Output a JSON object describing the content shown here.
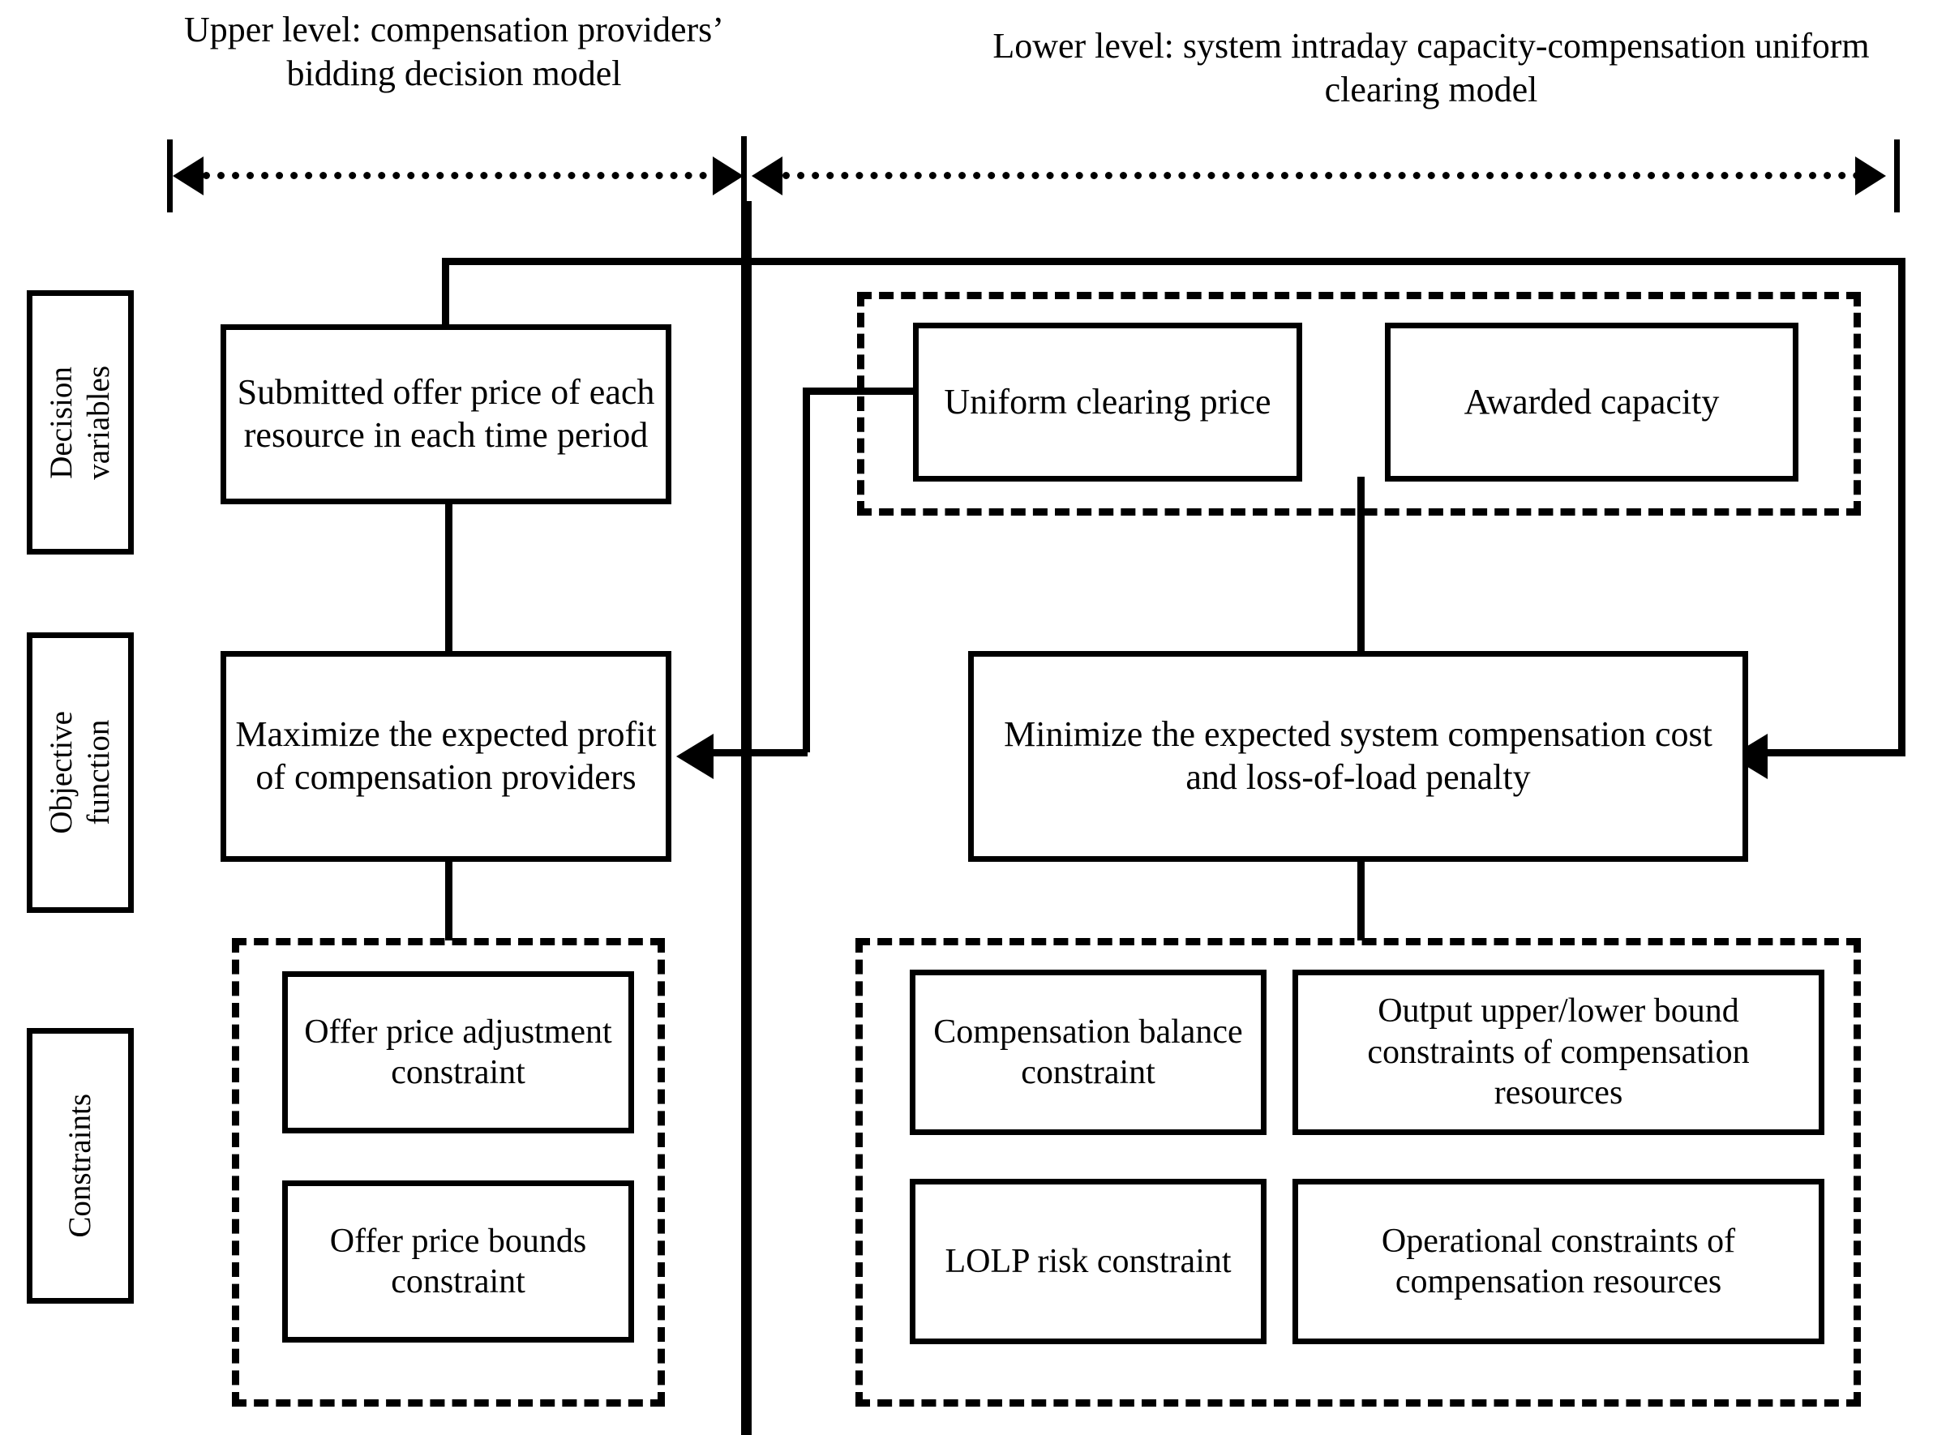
{
  "headers": {
    "upper": "Upper level: compensation providers’ bidding decision model",
    "lower": "Lower level: system intraday capacity-compensation uniform clearing model"
  },
  "row_labels": [
    {
      "key": "decision-variables",
      "text": "Decision\nvariables"
    },
    {
      "key": "objective-function",
      "text": "Objective\nfunction"
    },
    {
      "key": "constraints",
      "text": "Constraints"
    }
  ],
  "upper_level": {
    "decision_variable_box": "Submitted offer price of each resource in each time period",
    "objective_box": "Maximize the expected profit of compensation providers",
    "constraint_boxes": [
      "Offer price adjustment constraint",
      "Offer price bounds constraint"
    ]
  },
  "lower_level": {
    "decision_variable_boxes": [
      "Uniform clearing price",
      "Awarded capacity"
    ],
    "objective_box": "Minimize the expected system compensation cost and loss-of-load penalty",
    "constraint_boxes": [
      "Compensation balance constraint",
      "Output upper/lower bound constraints of compensation resources",
      "LOLP risk constraint",
      "Operational constraints of compensation resources"
    ]
  },
  "colors": {
    "stroke": "#000000",
    "background": "#ffffff"
  }
}
